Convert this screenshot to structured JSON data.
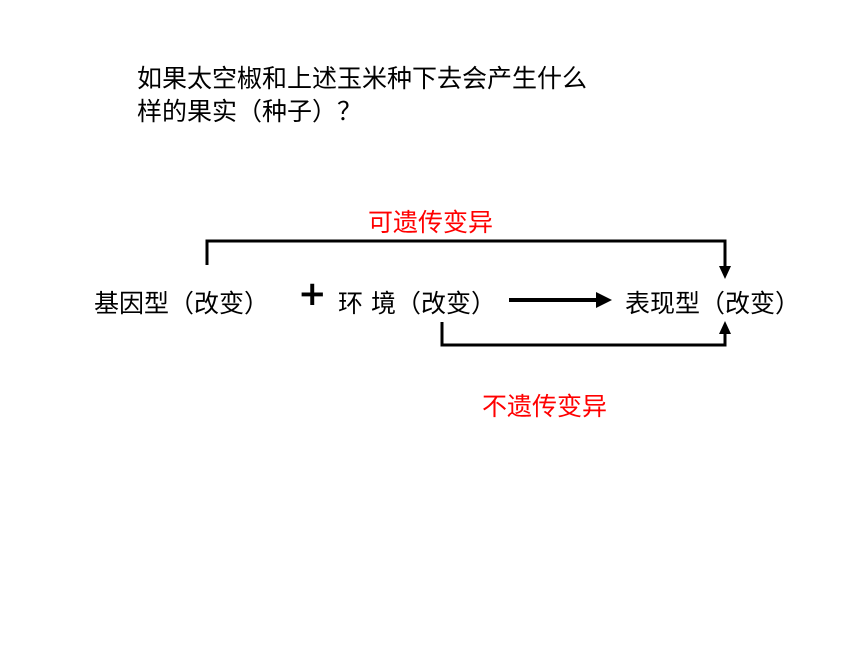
{
  "question": {
    "line1": "如果太空椒和上述玉米种下去会产生什么",
    "line2": "样的果实（种子）？"
  },
  "diagram": {
    "genotype": "基因型（改变）",
    "plus": "+",
    "environment": "环 境（改变）",
    "phenotype": "表现型（改变）",
    "heritable": "可遗传变异",
    "non_heritable": "不遗传变异"
  },
  "colors": {
    "label": "#ff0000",
    "text": "#000000"
  }
}
